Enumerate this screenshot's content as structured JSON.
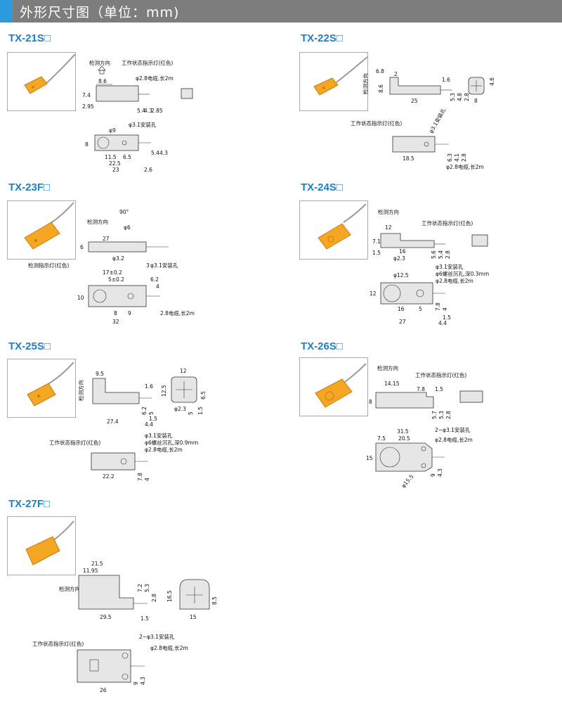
{
  "header": {
    "title": "外形尺寸图（单位：mm)",
    "accent_color": "#2d9be0",
    "bar_color": "#7d7d7d"
  },
  "models": {
    "tx21s": {
      "name": "TX-21S□",
      "labels": {
        "direction": "检测方向",
        "indicator": "工作状态指示灯(红色)",
        "cable": "φ2.8电缆,长2m",
        "hole": "φ3.1安装孔"
      },
      "dims": {
        "d1": "8.6",
        "d2": "7.4",
        "d3": "2.95",
        "d4": "5.4",
        "d5": "4.3",
        "d6": "2.85",
        "d7": "φ9",
        "d8": "8",
        "d9": "11.5",
        "d10": "6.5",
        "d11": "22.5",
        "d12": "23",
        "d13": "2.6",
        "d14": "5.4",
        "d15": "4.3"
      }
    },
    "tx22s": {
      "name": "TX-22S□",
      "labels": {
        "direction": "检测方向",
        "indicator": "工作状态指示灯(红色)",
        "cable": "φ2.8电缆,长2m",
        "hole": "φ3.1安装孔"
      },
      "dims": {
        "d1": "6.8",
        "d2": "2",
        "d3": "8.6",
        "d4": "25",
        "d5": "1.6",
        "d6": "5.3",
        "d7": "4.8",
        "d8": "2.8",
        "d9": "4.6",
        "d10": "8",
        "d11": "18.5",
        "d12": "6.3",
        "d13": "4.1",
        "d14": "2.8"
      }
    },
    "tx23f": {
      "name": "TX-23F□",
      "labels": {
        "direction": "检测方向",
        "indicator": "检测指示灯(红色)",
        "cable": "2.8电缆,长2m",
        "hole": "φ3.1安装孔"
      },
      "dims": {
        "d1": "90°",
        "d2": "φ6",
        "d3": "27",
        "d4": "6",
        "d5": "φ3.2",
        "d6": "17±0.2",
        "d7": "5±0.2",
        "d8": "3",
        "d9": "6.2",
        "d10": "4",
        "d11": "10",
        "d12": "8",
        "d13": "9",
        "d14": "32"
      }
    },
    "tx24s": {
      "name": "TX-24S□",
      "labels": {
        "direction": "检测方向",
        "indicator": "工作状态指示灯(红色)",
        "cable": "φ2.8电缆,长2m",
        "hole": "φ3.1安装孔",
        "counterbore": "φ6螺丝沉孔,深0.3mm"
      },
      "dims": {
        "d1": "12",
        "d2": "7.1",
        "d3": "1.5",
        "d4": "16",
        "d5": "φ2.3",
        "d6": "5.6",
        "d7": "5.4",
        "d8": "2.8",
        "d9": "φ12.5",
        "d10": "12",
        "d11": "16",
        "d12": "5",
        "d13": "7.8",
        "d14": "4",
        "d15": "1.5",
        "d16": "27",
        "d17": "4.4"
      }
    },
    "tx25s": {
      "name": "TX-25S□",
      "labels": {
        "direction": "检测方向",
        "indicator": "工作状态指示灯(红色)",
        "cable": "φ2.8电缆,长2m",
        "hole": "φ3.1安装孔",
        "counterbore": "φ6螺丝沉孔,深0.9mm"
      },
      "dims": {
        "d1": "9.5",
        "d2": "1.6",
        "d3": "6.2",
        "d4": "5",
        "d5": "1.5",
        "d6": "27.4",
        "d7": "4.4",
        "d8": "12",
        "d9": "12.5",
        "d10": "6.5",
        "d11": "φ2.3",
        "d12": "5",
        "d13": "1.5",
        "d14": "22.2",
        "d15": "7.8",
        "d16": "4"
      }
    },
    "tx26s": {
      "name": "TX-26S□",
      "labels": {
        "direction": "检测方向",
        "indicator": "工作状态指示灯(红色)",
        "cable": "φ2.8电缆,长2m",
        "hole": "2−φ3.1安装孔"
      },
      "dims": {
        "d1": "14.15",
        "d2": "7.8",
        "d3": "1.5",
        "d4": "8",
        "d5": "5.7",
        "d6": "5.3",
        "d7": "2.8",
        "d8": "31.5",
        "d9": "7.5",
        "d10": "20.5",
        "d11": "15",
        "d12": "φ15.5",
        "d13": "9",
        "d14": "4.3"
      }
    },
    "tx27f": {
      "name": "TX-27F□",
      "labels": {
        "direction": "检测方向",
        "indicator": "工作状态指示灯(红色)",
        "cable": "φ2.8电缆,长2m",
        "hole": "2−φ3.1安装孔"
      },
      "dims": {
        "d1": "21.5",
        "d2": "11.95",
        "d3": "7.2",
        "d4": "5.3",
        "d5": "2.8",
        "d6": "16.5",
        "d7": "8.5",
        "d8": "29.5",
        "d9": "1.5",
        "d10": "15",
        "d11": "26",
        "d12": "9",
        "d13": "4.3"
      }
    }
  }
}
